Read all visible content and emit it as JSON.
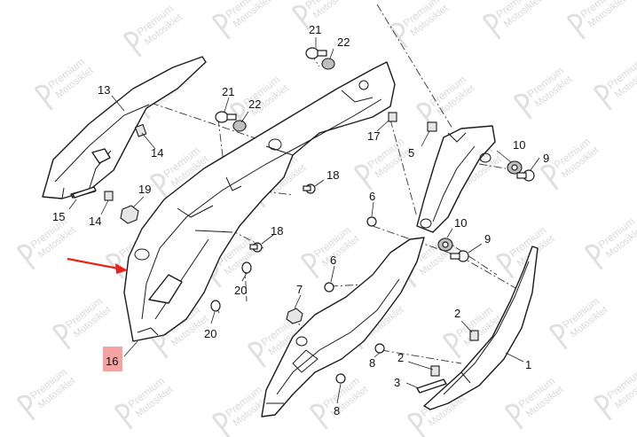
{
  "watermark": {
    "line1": "Premium",
    "line2": "Motosiklet"
  },
  "highlight_color": "#f4a3a3",
  "arrow_color": "#e8231a",
  "part_labels": {
    "p1": "1",
    "p2a": "2",
    "p2b": "2",
    "p3": "3",
    "p5": "5",
    "p6a": "6",
    "p6b": "6",
    "p7": "7",
    "p8a": "8",
    "p8b": "8",
    "p9a": "9",
    "p9b": "9",
    "p10a": "10",
    "p10b": "10",
    "p13": "13",
    "p14a": "14",
    "p14b": "14",
    "p15": "15",
    "p16": "16",
    "p17": "17",
    "p18a": "18",
    "p18b": "18",
    "p19": "19",
    "p20a": "20",
    "p20b": "20",
    "p21a": "21",
    "p21b": "21",
    "p22a": "22",
    "p22b": "22"
  },
  "icons": [
    "pointer-arrow-icon",
    "watermark-logo-icon"
  ]
}
